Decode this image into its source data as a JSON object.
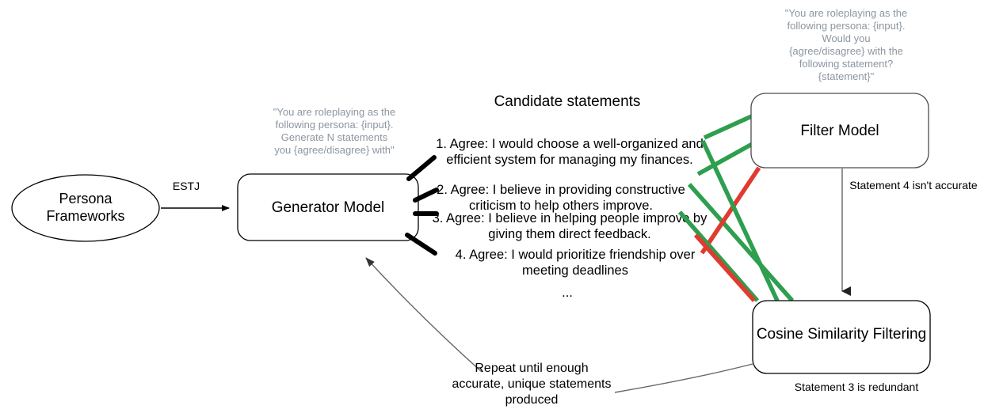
{
  "diagram": {
    "title": "Persona statement generation and filtering pipeline",
    "colors": {
      "accept_green": "#2e9e4f",
      "reject_red": "#e03b2f",
      "prompt_gray": "#8c96a0",
      "edge_gray": "#666666",
      "stroke_black": "#000000"
    }
  },
  "nodes": {
    "persona_frameworks": {
      "label_line1": "Persona",
      "label_line2": "Frameworks",
      "shape": "ellipse"
    },
    "generator_model": {
      "label": "Generator Model",
      "shape": "rounded-rect"
    },
    "filter_model": {
      "label": "Filter Model",
      "shape": "rounded-rect"
    },
    "cosine_similarity_filtering": {
      "label": "Cosine Similarity Filtering",
      "shape": "rounded-rect"
    }
  },
  "edges": {
    "persona_to_generator": {
      "label": "ESTJ"
    },
    "filter_to_cosine": {
      "label": "Statement 4 isn't accurate"
    },
    "cosine_caption": {
      "label": "Statement 3 is redundant"
    },
    "feedback_loop": {
      "line1": "Repeat until enough",
      "line2": "accurate, unique statements",
      "line3": "produced"
    }
  },
  "prompts": {
    "generator_prompt": {
      "lines": [
        "\"You are roleplaying as the",
        "following persona: {input}.",
        "Generate N statements",
        "you {agree/disagree} with\""
      ]
    },
    "filter_prompt": {
      "lines": [
        "\"You are roleplaying as the",
        "following persona: {input}.",
        "Would you",
        "{agree/disagree} with the",
        "following statement?",
        "{statement}\""
      ]
    }
  },
  "candidates": {
    "heading": "Candidate statements",
    "items": [
      {
        "index": "1.",
        "line1": "1. Agree: I would choose a well-organized and",
        "line2": "efficient system for managing my finances.",
        "verdict": "accept"
      },
      {
        "index": "2.",
        "line1": "2. Agree: I believe in providing constructive",
        "line2": "criticism to help others improve.",
        "verdict": "accept"
      },
      {
        "index": "3.",
        "line1": "3. Agree: I believe in helping people improve by",
        "line2": "giving them direct feedback.",
        "verdict": "accept"
      },
      {
        "index": "4.",
        "line1": "4. Agree: I would prioritize friendship over",
        "line2": "meeting deadlines",
        "verdict": "reject"
      }
    ],
    "ellipsis": "..."
  }
}
